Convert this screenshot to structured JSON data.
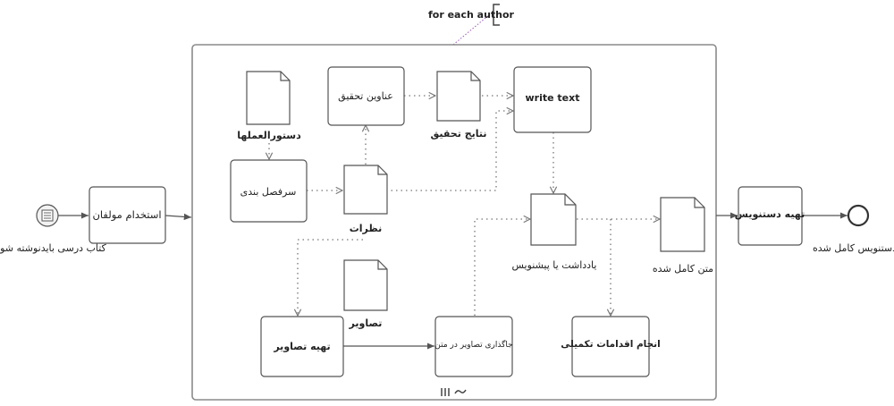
{
  "start_event": {
    "label": "کتاب درسی بایدنوشته شود"
  },
  "end_event": {
    "label": "دستنویس کامل شده"
  },
  "subprocess": {
    "annotation": "for each author"
  },
  "tasks": {
    "hire_authors": "استخدام مولفان",
    "research_topics": "عناوین تحقیق",
    "write_text": "write text",
    "outline": "سرفصل بندی",
    "prepare_images": "تهیه تصاویر",
    "place_images": "جاگذاری تصاویر در متن",
    "finishing": "انجام اقدامات تکمیلی",
    "prepare_manuscript": "تهیه دستنویس"
  },
  "data_objects": {
    "guidelines": "دستورالعملها",
    "research_results": "نتایج تحقیق",
    "comments": "نظرات",
    "images": "تصاویر",
    "notes": "یادداشت یا پیشنویس",
    "full_text": "متن کامل شده"
  },
  "colors": {
    "stroke": "#555555",
    "frame": "#8a8a8a",
    "dotted": "#777777",
    "annotation_link": "#9b59b6"
  }
}
